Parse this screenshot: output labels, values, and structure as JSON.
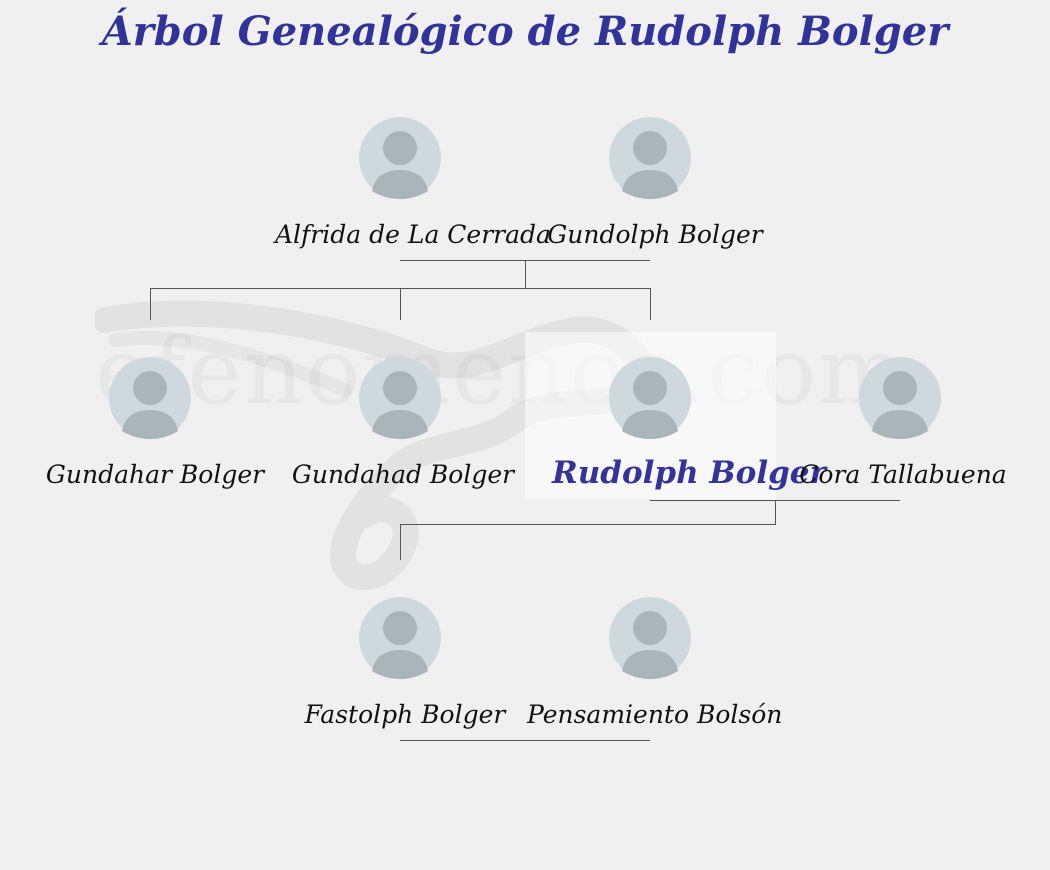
{
  "title": "Árbol Genealógico de Rudolph Bolger",
  "watermark": "efenomenos.com",
  "colors": {
    "title": "#303399",
    "focus_name": "#333399",
    "avatar_bg": "#cfd8dc",
    "avatar_figure": "#a9b5b9",
    "line": "#555555"
  },
  "people": {
    "alfrida": "Alfrida de La Cerrada",
    "gundolph": "Gundolph Bolger",
    "gundahar": "Gundahar Bolger",
    "gundahad": "Gundahad Bolger",
    "rudolph": "Rudolph Bolger",
    "cora": "Cora Tallabuena",
    "fastolph": "Fastolph Bolger",
    "pensamiento": "Pensamiento Bolsón"
  },
  "icons": {
    "avatar": "person-silhouette-icon"
  }
}
